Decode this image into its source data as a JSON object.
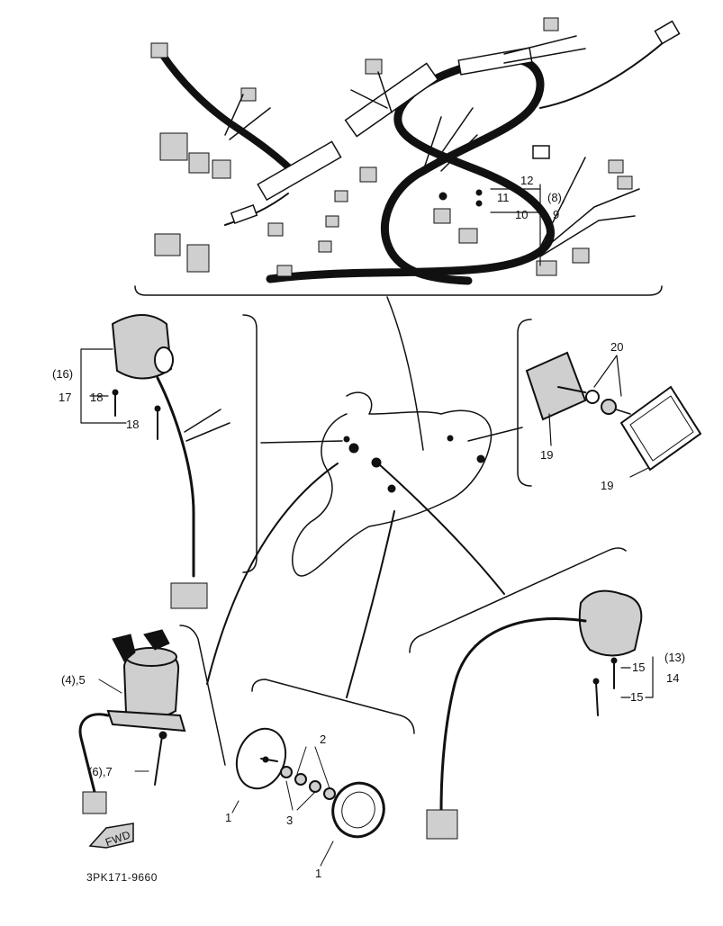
{
  "labels": {
    "n12": "12",
    "n11": "11",
    "n10": "10",
    "n8": "(8),",
    "n9": "9",
    "n16": "(16)",
    "n17": "17",
    "n18a": "18",
    "n18b": "18",
    "n20": "20",
    "n19a": "19",
    "n19b": "19",
    "n4_5": "(4),5",
    "n6_7": "(6),7",
    "n2": "2",
    "n3": "3",
    "n1a": "1",
    "n1b": "1",
    "n13": "(13)",
    "n15a": "15",
    "n14": "14",
    "n15b": "15",
    "fwd": "FWD",
    "code": "3PK171-9660"
  }
}
